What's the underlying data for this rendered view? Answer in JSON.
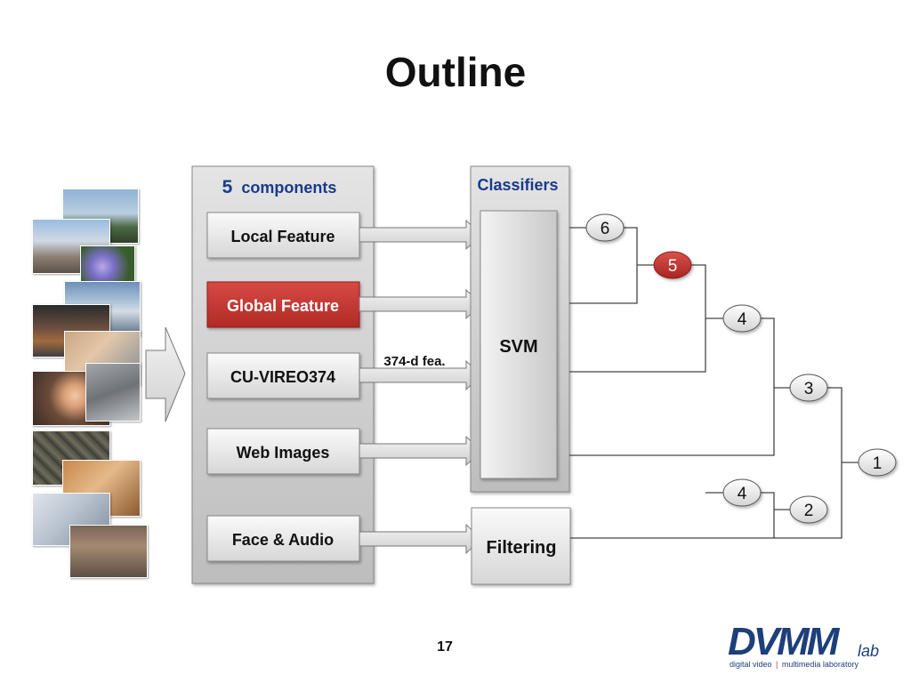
{
  "slide": {
    "title": "Outline",
    "page_number": "17"
  },
  "panel": {
    "header_number": "5",
    "header_text": "components",
    "components": [
      "Local Feature",
      "Global Feature",
      "CU-VIREO374",
      "Web Images",
      "Face & Audio"
    ],
    "highlighted_component": "Global Feature"
  },
  "classifiers": {
    "header": "Classifiers",
    "model": "SVM",
    "filter": "Filtering"
  },
  "edge_label": "374-d fea.",
  "fusion_nodes": [
    "6",
    "5",
    "4",
    "3",
    "1",
    "4",
    "2"
  ],
  "highlighted_node": "5",
  "logo": {
    "brand": "DVMM",
    "suffix": "lab",
    "tagline_left": "digital video",
    "tagline_right": "multimedia laboratory"
  },
  "colors": {
    "highlight_red": "#c0312f",
    "brand_blue": "#1d3f7a",
    "header_blue": "#1a3a8a"
  },
  "thumbnails": [
    "bridge",
    "street",
    "flowers",
    "harbor",
    "kitchen",
    "face",
    "girl",
    "fan",
    "crowd",
    "dog",
    "telephone",
    "meeting"
  ]
}
